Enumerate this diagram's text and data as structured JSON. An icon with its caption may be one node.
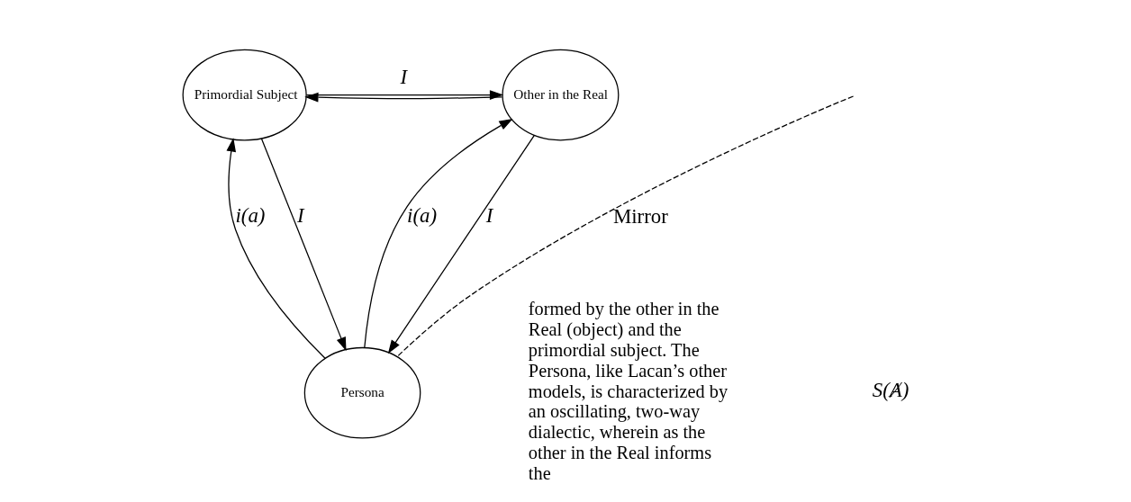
{
  "diagram": {
    "nodes": [
      {
        "text": [
          "Primordial Subject"
        ]
      },
      {
        "text": [
          "Other in the Real"
        ]
      },
      {
        "text": [
          "Persona"
        ]
      }
    ],
    "edges": [
      {
        "from": 0,
        "to": 1,
        "arrow": "to",
        "label": "I"
      },
      {
        "from": 1,
        "to": 0,
        "arrow": "to"
      },
      {
        "from": null,
        "to": 2,
        "arrow": "none",
        "style": "dashed",
        "label": "Mirror"
      },
      {
        "from": 0,
        "to": 2,
        "arrow": "to",
        "label": "I"
      },
      {
        "from": 2,
        "to": 0,
        "arrow": "to",
        "label": "i(a)"
      },
      {
        "from": 2,
        "to": 1,
        "arrow": "to",
        "label": "i(a)"
      },
      {
        "from": 1,
        "to": 2,
        "arrow": "to",
        "label": "I"
      }
    ],
    "labels": [
      "S(Ⱥ)",
      "formed by the other in the Real (object) and the primordial subject. The Persona, like Lacan’s other models, is characterized by an oscillating, two-way dialectic, wherein as the other in the Real informs the"
    ]
  }
}
